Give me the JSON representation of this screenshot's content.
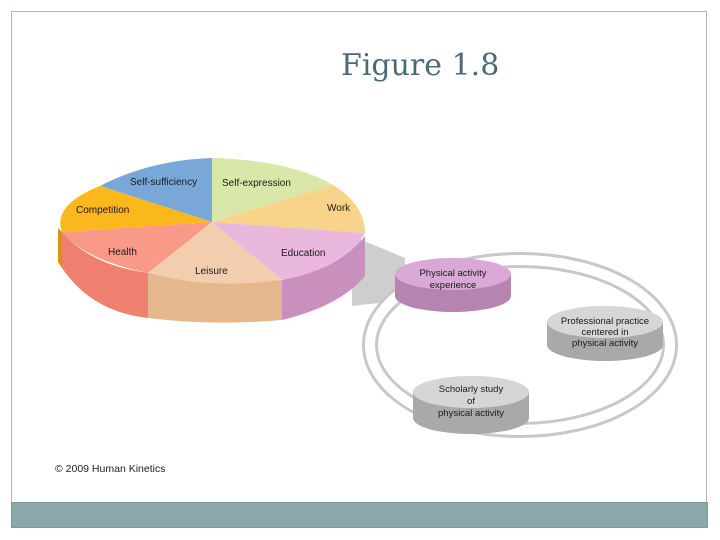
{
  "slide": {
    "title": "Figure 1.8",
    "credit": "© 2009 Human Kinetics"
  },
  "pie": {
    "segments": [
      {
        "label": "Self-sufficiency",
        "color": "#79a8d8",
        "side": "#5a86b8"
      },
      {
        "label": "Self-expression",
        "color": "#d9e8a8",
        "side": "#b8c98a"
      },
      {
        "label": "Work",
        "color": "#f8d48a",
        "side": "#d9b06a"
      },
      {
        "label": "Education",
        "color": "#e9b8dc",
        "side": "#c98fbd"
      },
      {
        "label": "Leisure",
        "color": "#f2ceae",
        "side": "#e6b68c"
      },
      {
        "label": "Health",
        "color": "#f99a88",
        "side": "#ef7f6e"
      },
      {
        "label": "Competition",
        "color": "#fbb81c",
        "side": "#d4960a"
      }
    ]
  },
  "cycle": {
    "nodes": [
      {
        "lines": [
          "Physical activity",
          "experience"
        ],
        "color": "#d9a8d4",
        "side": "#b784b2"
      },
      {
        "lines": [
          "Professional practice",
          "centered in",
          "physical activity"
        ],
        "color": "#d6d6d6",
        "side": "#a9a9a9"
      },
      {
        "lines": [
          "Scholarly study",
          "of",
          "physical activity"
        ],
        "color": "#d6d6d6",
        "side": "#a9a9a9"
      }
    ]
  }
}
